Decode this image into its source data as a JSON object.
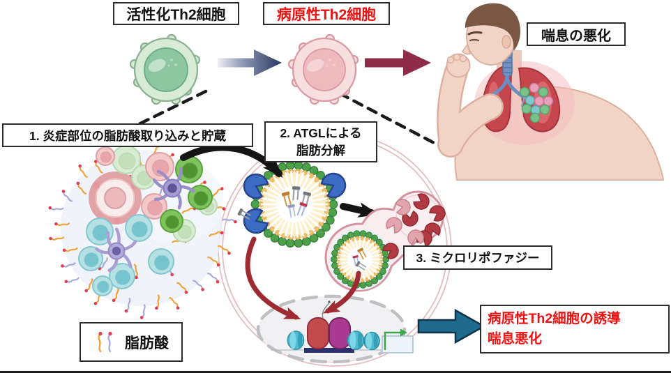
{
  "labels": {
    "activated_th2": "活性化Th2細胞",
    "pathogenic_th2": "病原性Th2細胞",
    "asthma_worsening": "喘息の悪化",
    "step1": "1. 炎症部位の脂肪酸取り込みと貯蔵",
    "step2_line1": "2. ATGLによる",
    "step2_line2": "脂肪分解",
    "step3": "3. ミクロリポファジー",
    "outcome_line1": "病原性Th2細胞の誘導",
    "outcome_line2": "喘息悪化",
    "legend_fatty_acid": "脂肪酸"
  },
  "colors": {
    "red_text": "#ee1111",
    "label_border": "#2b2b2b",
    "navy_arrow": "#2b3e70",
    "maroon_arrow": "#8e2b48",
    "teal_arrow": "#1f6b8e",
    "dark_red_arrow": "#9e2b33",
    "black_arrow": "#141414",
    "cell_membrane_ring": "#e5bcc2",
    "atgl_blue": "#3c6cc4",
    "lipid_bead_green": "#4ea04b",
    "lipid_layer_cream": "#fdeec8",
    "fatty_acid_orange": "#f0a13a",
    "fatty_acid_purple": "#a9aadc",
    "fatty_acid_tip_red": "#e23b4e",
    "activated_cell_green": "#8cc7a1",
    "pathogenic_cell_pink": "#eebabd"
  },
  "icons": {
    "activated_th2_cell": "green-lymphocyte",
    "pathogenic_th2_cell": "pink-lymphocyte",
    "person": "coughing-person-with-inflamed-lungs",
    "inflammation_site": "immune-cell-cluster",
    "lipid_droplet": "bead-ringed-droplet",
    "atgl_enzyme": "blue-pacman",
    "vacuole": "budding-vacuole-with-red-lipases",
    "nucleus": "dashed-ellipse-with-transcription-complex",
    "fatty_acid": "squiggle-with-red-tip"
  }
}
